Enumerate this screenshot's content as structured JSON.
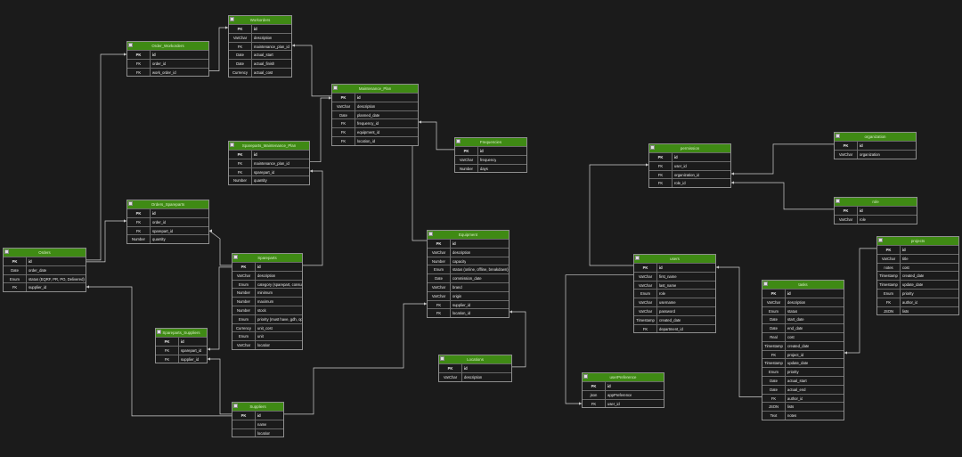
{
  "colors": {
    "background": "#1b1b1b",
    "header": "#3f8a14",
    "border": "#8f8f8f",
    "text": "#e9e9e9",
    "connector": "#cfcfcf"
  },
  "tables": [
    {
      "id": "Workorders",
      "title": "Workorders",
      "rows": [
        [
          "PK",
          "id"
        ],
        [
          "VarChar",
          "description"
        ],
        [
          "FK",
          "maintenance_plan_id"
        ],
        [
          "Date",
          "actual_start"
        ],
        [
          "Date",
          "actual_finish"
        ],
        [
          "Currency",
          "actual_cost"
        ]
      ]
    },
    {
      "id": "Order_Workorders",
      "title": "Order_Workorders",
      "rows": [
        [
          "PK",
          "id"
        ],
        [
          "FK",
          "order_id"
        ],
        [
          "FK",
          "work_order_id"
        ]
      ]
    },
    {
      "id": "Maintenance_Plan",
      "title": "Maintenance_Plan",
      "rows": [
        [
          "PK",
          "id"
        ],
        [
          "VarChar",
          "description"
        ],
        [
          "Date",
          "planned_date"
        ],
        [
          "FK",
          "frequency_id"
        ],
        [
          "FK",
          "equipment_id"
        ],
        [
          "FK",
          "location_id"
        ]
      ]
    },
    {
      "id": "Frequencies",
      "title": "Frequencies",
      "rows": [
        [
          "PK",
          "id"
        ],
        [
          "VarChar",
          "frequency"
        ],
        [
          "Number",
          "days"
        ]
      ]
    },
    {
      "id": "Spareparts_Maintenance_Plan",
      "title": "Spareparts_Maintenance_Plan",
      "rows": [
        [
          "PK",
          "id"
        ],
        [
          "FK",
          "maintenance_plan_id"
        ],
        [
          "FK",
          "sparepart_id"
        ],
        [
          "Number",
          "quantity"
        ]
      ]
    },
    {
      "id": "Orders_Spareparts",
      "title": "Orders_Spareparts",
      "rows": [
        [
          "PK",
          "id"
        ],
        [
          "FK",
          "order_id"
        ],
        [
          "FK",
          "sparepart_id"
        ],
        [
          "Number",
          "quantity"
        ]
      ]
    },
    {
      "id": "Orders",
      "title": "Orders",
      "rows": [
        [
          "PK",
          "id"
        ],
        [
          "Date",
          "order_date"
        ],
        [
          "Enum",
          "status (EQRF, PR, PO, Delivered)"
        ],
        [
          "FK",
          "supplier_id"
        ]
      ]
    },
    {
      "id": "Spareparts",
      "title": "Spareparts",
      "rows": [
        [
          "PK",
          "id"
        ],
        [
          "VarChar",
          "description"
        ],
        [
          "Enum",
          "category (sparepart, consumable)"
        ],
        [
          "Number",
          "minimum"
        ],
        [
          "Number",
          "maximum"
        ],
        [
          "Number",
          "stock"
        ],
        [
          "Enum",
          "priority (must have, gdh, optional)"
        ],
        [
          "Currency",
          "unit_cost"
        ],
        [
          "Enum",
          "unit"
        ],
        [
          "VarChar",
          "location"
        ]
      ]
    },
    {
      "id": "Spareparts_Suppliers",
      "title": "Spareparts_Suppliers",
      "rows": [
        [
          "PK",
          "id"
        ],
        [
          "FK",
          "sparepart_id"
        ],
        [
          "FK",
          "supplier_id"
        ]
      ]
    },
    {
      "id": "Suppliers",
      "title": "Suppliers",
      "rows": [
        [
          "PK",
          "id"
        ],
        [
          "",
          "name"
        ],
        [
          "",
          "location"
        ]
      ]
    },
    {
      "id": "Equipment",
      "title": "Equipment",
      "rows": [
        [
          "PK",
          "id"
        ],
        [
          "VarChar",
          "description"
        ],
        [
          "Number",
          "capacity"
        ],
        [
          "Enum",
          "status (online, offline, breakdown)"
        ],
        [
          "Date",
          "commission_date"
        ],
        [
          "VarChar",
          "brand"
        ],
        [
          "VarChar",
          "origin"
        ],
        [
          "FK",
          "supplier_id"
        ],
        [
          "FK",
          "location_id"
        ]
      ]
    },
    {
      "id": "Locations",
      "title": "Locations",
      "rows": [
        [
          "PK",
          "id"
        ],
        [
          "VarChar",
          "description"
        ]
      ]
    },
    {
      "id": "permission",
      "title": "permission",
      "rows": [
        [
          "PK",
          "id"
        ],
        [
          "FK",
          "user_id"
        ],
        [
          "FK",
          "organization_id"
        ],
        [
          "FK",
          "role_id"
        ]
      ]
    },
    {
      "id": "organization",
      "title": "organization",
      "rows": [
        [
          "PK",
          "id"
        ],
        [
          "VarChar",
          "organization"
        ]
      ]
    },
    {
      "id": "role",
      "title": "role",
      "rows": [
        [
          "PK",
          "id"
        ],
        [
          "VarChar",
          "role"
        ]
      ]
    },
    {
      "id": "users",
      "title": "users",
      "rows": [
        [
          "PK",
          "id"
        ],
        [
          "VarChar",
          "first_name"
        ],
        [
          "VarChar",
          "last_name"
        ],
        [
          "Enum",
          "role"
        ],
        [
          "VarChar",
          "username"
        ],
        [
          "VarChar",
          "password"
        ],
        [
          "Timestamp",
          "created_date"
        ],
        [
          "FK",
          "department_id"
        ]
      ]
    },
    {
      "id": "projects",
      "title": "projects",
      "rows": [
        [
          "PK",
          "id"
        ],
        [
          "VarChar",
          "title"
        ],
        [
          "notes",
          "cost"
        ],
        [
          "Timestamp",
          "created_date"
        ],
        [
          "Timestamp",
          "update_date"
        ],
        [
          "Enum",
          "priority"
        ],
        [
          "FK",
          "author_id"
        ],
        [
          "JSON",
          "lists"
        ]
      ]
    },
    {
      "id": "tasks",
      "title": "tasks",
      "rows": [
        [
          "PK",
          "id"
        ],
        [
          "VarChar",
          "description"
        ],
        [
          "Enum",
          "status"
        ],
        [
          "Date",
          "start_date"
        ],
        [
          "Date",
          "end_date"
        ],
        [
          "Real",
          "cost"
        ],
        [
          "Timestamp",
          "created_date"
        ],
        [
          "FK",
          "project_id"
        ],
        [
          "Timestamp",
          "update_date"
        ],
        [
          "Enum",
          "priority"
        ],
        [
          "Date",
          "actual_start"
        ],
        [
          "Date",
          "actual_end"
        ],
        [
          "FK",
          "author_id"
        ],
        [
          "JSON",
          "lists"
        ],
        [
          "Text",
          "notes"
        ]
      ]
    },
    {
      "id": "userPreference",
      "title": "userPreference",
      "rows": [
        [
          "PK",
          "id"
        ],
        [
          "json",
          "appPreference"
        ],
        [
          "FK",
          "user_id"
        ]
      ]
    }
  ]
}
